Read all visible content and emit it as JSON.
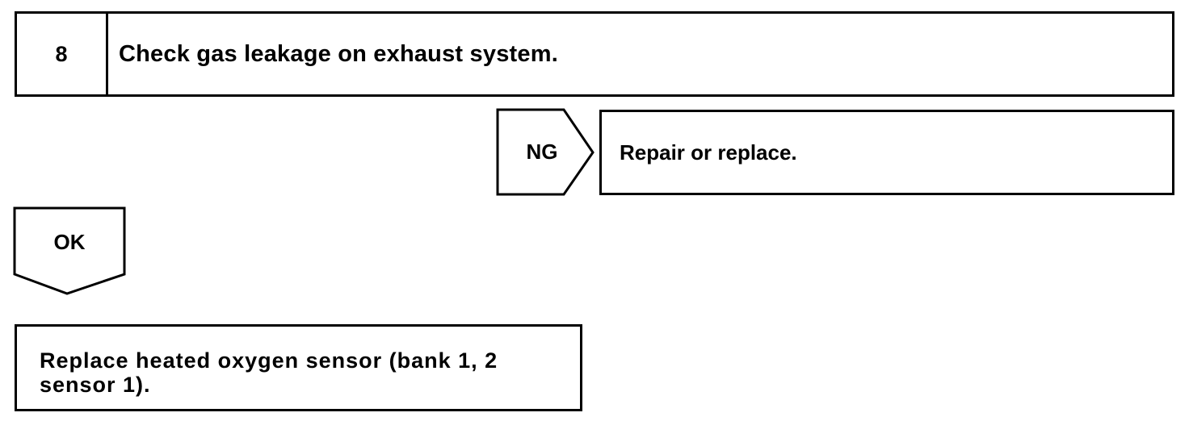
{
  "step": {
    "number": "8",
    "title": "Check gas leakage on exhaust system."
  },
  "ng_branch": {
    "label": "NG",
    "action": "Repair or replace."
  },
  "ok_branch": {
    "label": "OK",
    "action": "Replace heated oxygen sensor (bank 1, 2 sensor 1)."
  }
}
